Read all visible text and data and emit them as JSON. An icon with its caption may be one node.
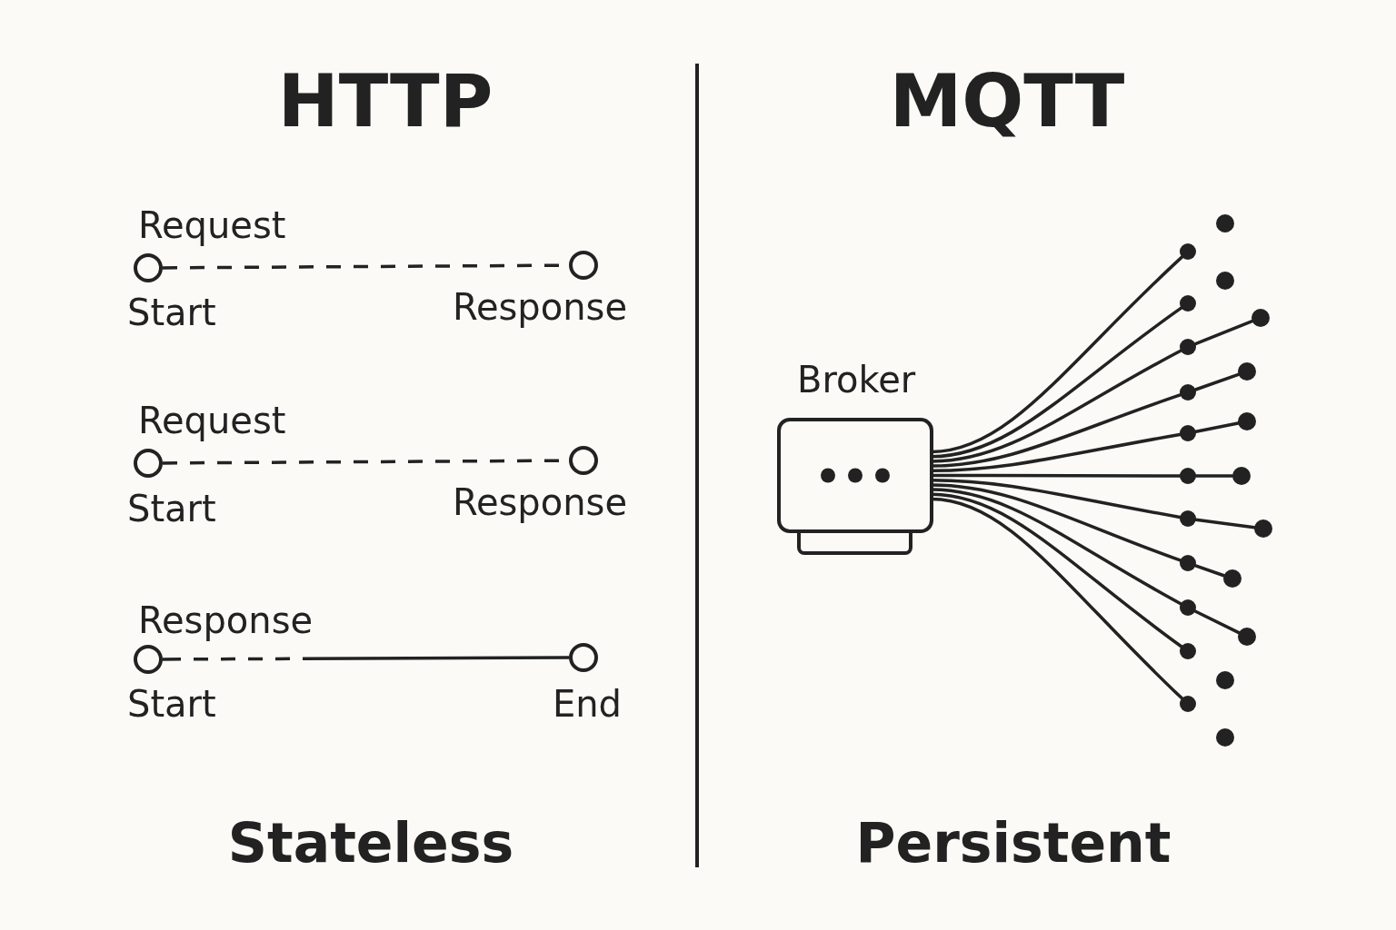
{
  "diagram": {
    "nodes": [
      {
        "text": [],
        "shape": "circle",
        "beside": [
          "Start"
        ]
      },
      {
        "text": [],
        "shape": "circle",
        "beside": [
          "Response"
        ]
      },
      {
        "text": [],
        "shape": "circle",
        "beside": [
          "Start"
        ]
      },
      {
        "text": [],
        "shape": "circle",
        "beside": [
          "Response"
        ]
      },
      {
        "text": [],
        "shape": "circle",
        "beside": [
          "Start"
        ]
      },
      {
        "text": [],
        "shape": "circle",
        "beside": [
          "End"
        ]
      },
      {
        "text": [
          "Broker"
        ]
      },
      {
        "text": [],
        "shape": "dot"
      },
      {
        "text": [],
        "shape": "dot"
      },
      {
        "text": [],
        "shape": "dot"
      },
      {
        "text": [],
        "shape": "dot"
      },
      {
        "text": [],
        "shape": "dot"
      },
      {
        "text": [],
        "shape": "dot"
      },
      {
        "text": [],
        "shape": "dot"
      },
      {
        "text": [],
        "shape": "dot"
      },
      {
        "text": [],
        "shape": "dot"
      },
      {
        "text": [],
        "shape": "dot"
      },
      {
        "text": [],
        "shape": "dot"
      },
      {
        "text": [],
        "shape": "dot"
      },
      {
        "text": [],
        "shape": "dot"
      },
      {
        "text": [],
        "shape": "dot"
      },
      {
        "text": [],
        "shape": "dot"
      },
      {
        "text": [],
        "shape": "dot"
      },
      {
        "text": [],
        "shape": "dot"
      },
      {
        "text": [],
        "shape": "dot"
      },
      {
        "text": [],
        "shape": "dot"
      },
      {
        "text": [],
        "shape": "dot"
      },
      {
        "text": [],
        "shape": "dot"
      },
      {
        "text": [],
        "shape": "dot"
      }
    ],
    "edges": [
      {
        "from": 0,
        "to": 1,
        "arrow": "none",
        "label": "Request",
        "style": "dashed"
      },
      {
        "from": 2,
        "to": 3,
        "arrow": "none",
        "label": "Request",
        "style": "dashed"
      },
      {
        "from": 4,
        "to": 5,
        "arrow": "none",
        "label": "Response",
        "style": "dashed"
      },
      {
        "from": 6,
        "to": 8,
        "arrow": "none"
      },
      {
        "from": 6,
        "to": 10,
        "arrow": "none"
      },
      {
        "from": 6,
        "to": 12,
        "arrow": "none"
      },
      {
        "from": 6,
        "to": 14,
        "arrow": "none"
      },
      {
        "from": 6,
        "to": 16,
        "arrow": "none"
      },
      {
        "from": 6,
        "to": 17,
        "arrow": "none"
      },
      {
        "from": 6,
        "to": 19,
        "arrow": "none"
      },
      {
        "from": 6,
        "to": 21,
        "arrow": "none"
      },
      {
        "from": 6,
        "to": 23,
        "arrow": "none"
      },
      {
        "from": 6,
        "to": 25,
        "arrow": "none"
      },
      {
        "from": 6,
        "to": 27,
        "arrow": "none"
      },
      {
        "from": 12,
        "to": 11,
        "arrow": "none"
      },
      {
        "from": 14,
        "to": 13,
        "arrow": "none"
      },
      {
        "from": 16,
        "to": 15,
        "arrow": "none"
      },
      {
        "from": 17,
        "to": 18,
        "arrow": "none"
      },
      {
        "from": 19,
        "to": 20,
        "arrow": "none"
      },
      {
        "from": 21,
        "to": 22,
        "arrow": "none"
      },
      {
        "from": 23,
        "to": 24,
        "arrow": "none"
      }
    ],
    "labels": [
      "HTTP",
      "MQTT",
      "Stateless",
      "Persistent"
    ]
  }
}
